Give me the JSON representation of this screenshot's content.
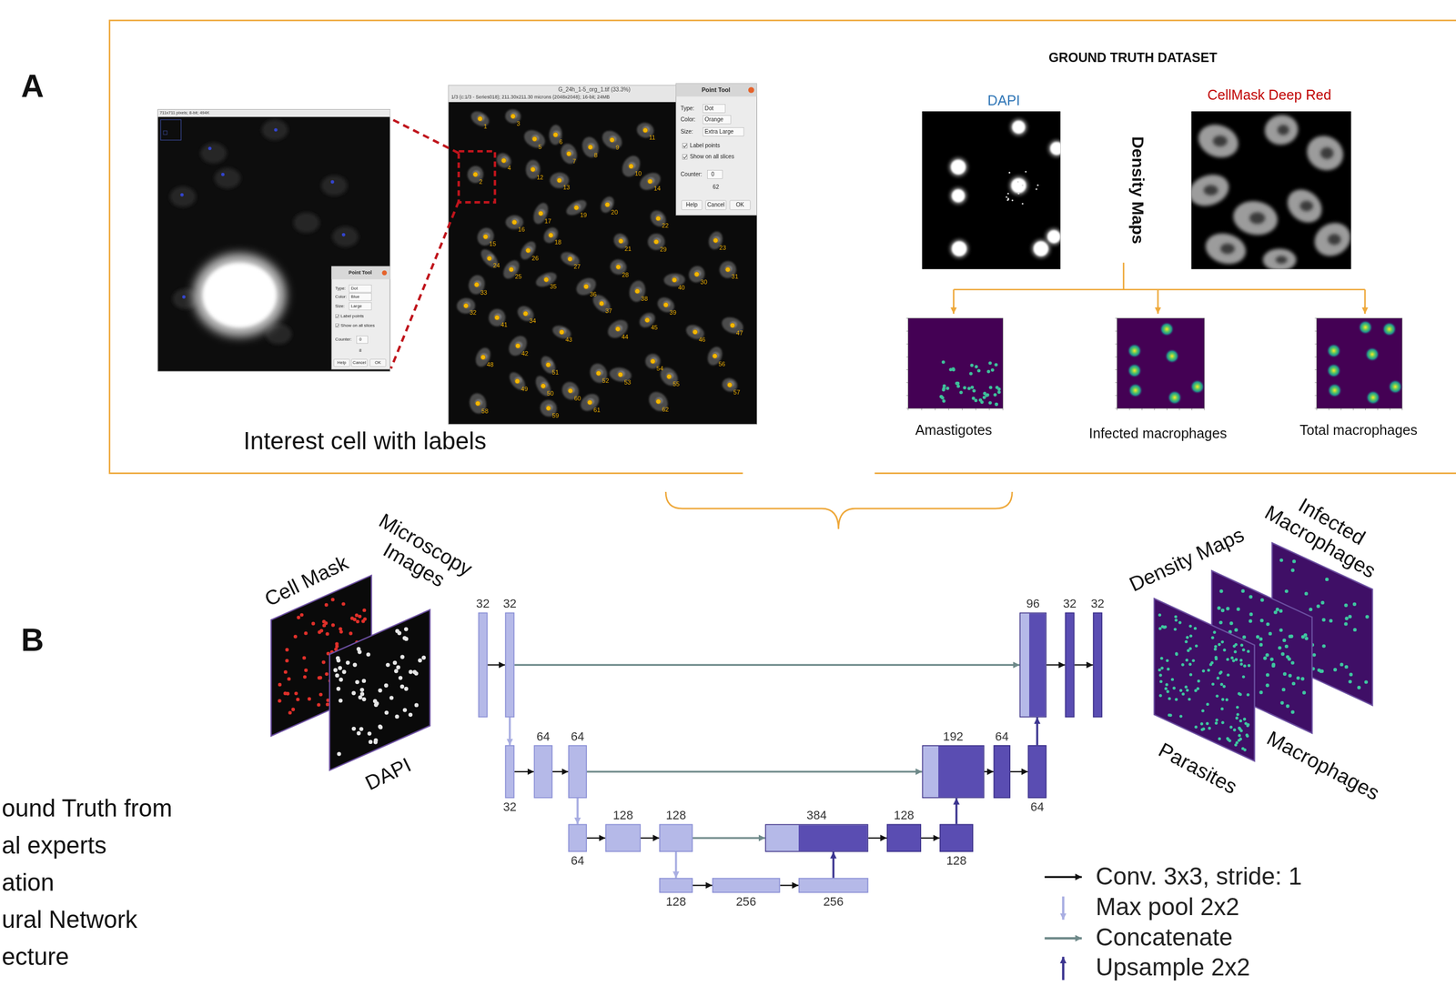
{
  "diagram": {
    "nodes": [
      {
        "text": [
          "32"
        ]
      },
      {
        "text": [
          "32"
        ]
      },
      {
        "text": [
          "32"
        ]
      },
      {
        "text": [
          "64"
        ]
      },
      {
        "text": [
          "64"
        ]
      },
      {
        "text": [
          "64"
        ]
      },
      {
        "text": [
          "128"
        ]
      },
      {
        "text": [
          "128"
        ]
      },
      {
        "text": [
          "128"
        ]
      },
      {
        "text": [
          "256"
        ]
      },
      {
        "text": [
          "256"
        ]
      },
      {
        "text": [
          "384"
        ]
      },
      {
        "text": [
          "128"
        ]
      },
      {
        "text": [
          "128"
        ]
      },
      {
        "text": [
          "192"
        ]
      },
      {
        "text": [
          "64"
        ]
      },
      {
        "text": [
          "64"
        ]
      },
      {
        "text": [
          "96"
        ]
      },
      {
        "text": [
          "32"
        ]
      },
      {
        "text": [
          "32"
        ]
      }
    ],
    "edges": [
      {
        "from": 0,
        "to": 1,
        "arrow": "to"
      },
      {
        "from": 2,
        "to": 3,
        "arrow": "to"
      },
      {
        "from": 3,
        "to": 4,
        "arrow": "to"
      },
      {
        "from": 5,
        "to": 6,
        "arrow": "to"
      },
      {
        "from": 6,
        "to": 7,
        "arrow": "to"
      },
      {
        "from": 8,
        "to": 9,
        "arrow": "to"
      },
      {
        "from": 9,
        "to": 10,
        "arrow": "to"
      },
      {
        "from": 11,
        "to": 12,
        "arrow": "to"
      },
      {
        "from": 12,
        "to": 13,
        "arrow": "to"
      },
      {
        "from": 14,
        "to": 15,
        "arrow": "to"
      },
      {
        "from": 15,
        "to": 16,
        "arrow": "to"
      },
      {
        "from": 17,
        "to": 18,
        "arrow": "to"
      },
      {
        "from": 18,
        "to": 19,
        "arrow": "to"
      },
      {
        "from": 1,
        "to": 2,
        "arrow": "to"
      },
      {
        "from": 4,
        "to": 5,
        "arrow": "to"
      },
      {
        "from": 7,
        "to": 8,
        "arrow": "to"
      },
      {
        "from": 1,
        "to": 17,
        "arrow": "to"
      },
      {
        "from": 4,
        "to": 14,
        "arrow": "to"
      },
      {
        "from": 7,
        "to": 11,
        "arrow": "to"
      },
      {
        "from": 10,
        "to": 11,
        "arrow": "to"
      },
      {
        "from": 13,
        "to": 14,
        "arrow": "to"
      },
      {
        "from": 16,
        "to": 17,
        "arrow": "to"
      }
    ],
    "labels": [
      "A",
      "B",
      "ound Truth from",
      "al experts",
      "ation",
      "ural Network",
      "ecture",
      "Interest cell with labels",
      "GROUND TRUTH DATASET",
      "DAPI",
      "CellMask Deep Red",
      "Density Maps",
      "Amastigotes",
      "Infected macrophages",
      "Total macrophages",
      "Cell Mask",
      "Microscopy Images",
      "DAPI",
      "Density Maps",
      "Infected Macrophages",
      "Parasites",
      "Macrophages",
      "711x711 pixels; 8-bit; 494K",
      "Point Tool",
      "Type:",
      "Dot",
      "Color:",
      "Blue",
      "Size:",
      "Large",
      "Label points",
      "Show on all slices",
      "Counter:",
      "0",
      "8",
      "Help",
      "Cancel",
      "OK",
      "G_24h_1-5_org_1.tif (33.3%)",
      "1/3 (c:1/3 - Series018); 211.30x211.30 microns (2048x2048); 16-bit; 24MB",
      "Point Tool",
      "Type:",
      "Dot",
      "Color:",
      "Orange",
      "Size:",
      "Extra Large",
      "Label points",
      "Show on all slices",
      "Counter:",
      "0",
      "62",
      "Help",
      "Cancel",
      "OK",
      "1",
      "2",
      "3",
      "4",
      "5",
      "6",
      "7",
      "8",
      "9",
      "10",
      "11",
      "12",
      "13",
      "14",
      "15",
      "16",
      "17",
      "18",
      "19",
      "20",
      "21",
      "22",
      "23",
      "24",
      "25",
      "26",
      "27",
      "28",
      "29",
      "30",
      "31",
      "32",
      "33",
      "34",
      "35",
      "36",
      "37",
      "38",
      "39",
      "40",
      "41",
      "42",
      "43",
      "44",
      "45",
      "46",
      "47",
      "48",
      "49",
      "50",
      "51",
      "52",
      "53",
      "54",
      "55",
      "56",
      "57",
      "58",
      "59",
      "60",
      "61",
      "62"
    ],
    "legend": [
      {
        "text": "Conv. 3x3, stride: 1"
      },
      {
        "text": "Max pool 2x2"
      },
      {
        "text": "Concatenate"
      },
      {
        "text": "Upsample 2x2"
      }
    ]
  }
}
